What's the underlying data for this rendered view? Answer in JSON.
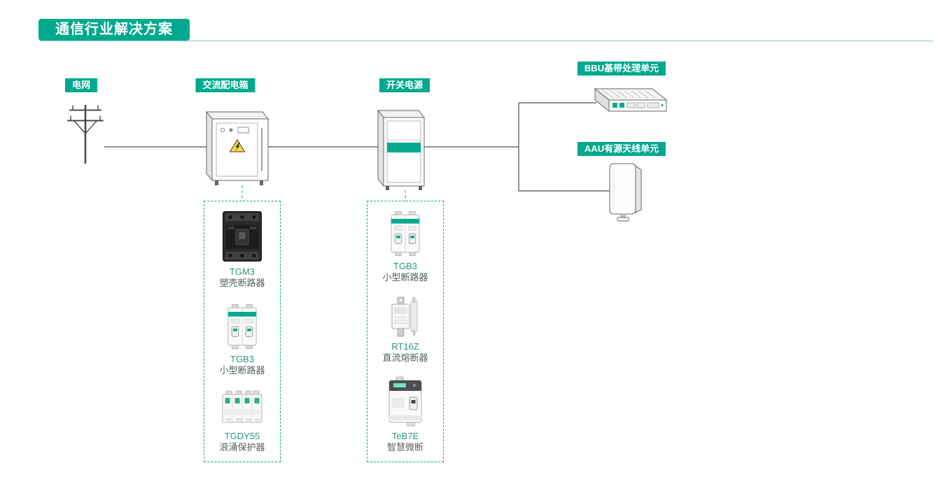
{
  "page": {
    "title": "通信行业解决方案"
  },
  "colors": {
    "accent_teal": "#00A98E",
    "line_gray": "#4D4D4D",
    "warning_yellow": "#FFD83D"
  },
  "nodes": {
    "grid": {
      "label": "电网",
      "icon": "utility-pole-icon"
    },
    "ac_box": {
      "label": "交流配电箱",
      "icon": "ac-distribution-cabinet-icon"
    },
    "power": {
      "label": "开关电源",
      "icon": "switching-power-cabinet-icon"
    },
    "bbu": {
      "label": "BBU基带处理单元",
      "icon": "bbu-device-icon"
    },
    "aau": {
      "label": "AAU有源天线单元",
      "icon": "aau-device-icon"
    }
  },
  "product_groups": [
    {
      "attached_to": "交流配电箱",
      "products": [
        {
          "model": "TGM3",
          "name": "塑壳断路器",
          "icon": "molded-case-breaker-icon"
        },
        {
          "model": "TGB3",
          "name": "小型断路器",
          "icon": "miniature-breaker-icon"
        },
        {
          "model": "TGDY55",
          "name": "浪涌保护器",
          "icon": "surge-protector-icon"
        }
      ]
    },
    {
      "attached_to": "开关电源",
      "products": [
        {
          "model": "TGB3",
          "name": "小型断路器",
          "icon": "miniature-breaker-icon"
        },
        {
          "model": "RT16Z",
          "name": "直流熔断器",
          "icon": "dc-fuse-icon"
        },
        {
          "model": "TeB7E",
          "name": "智慧微断",
          "icon": "smart-breaker-icon"
        }
      ]
    }
  ]
}
